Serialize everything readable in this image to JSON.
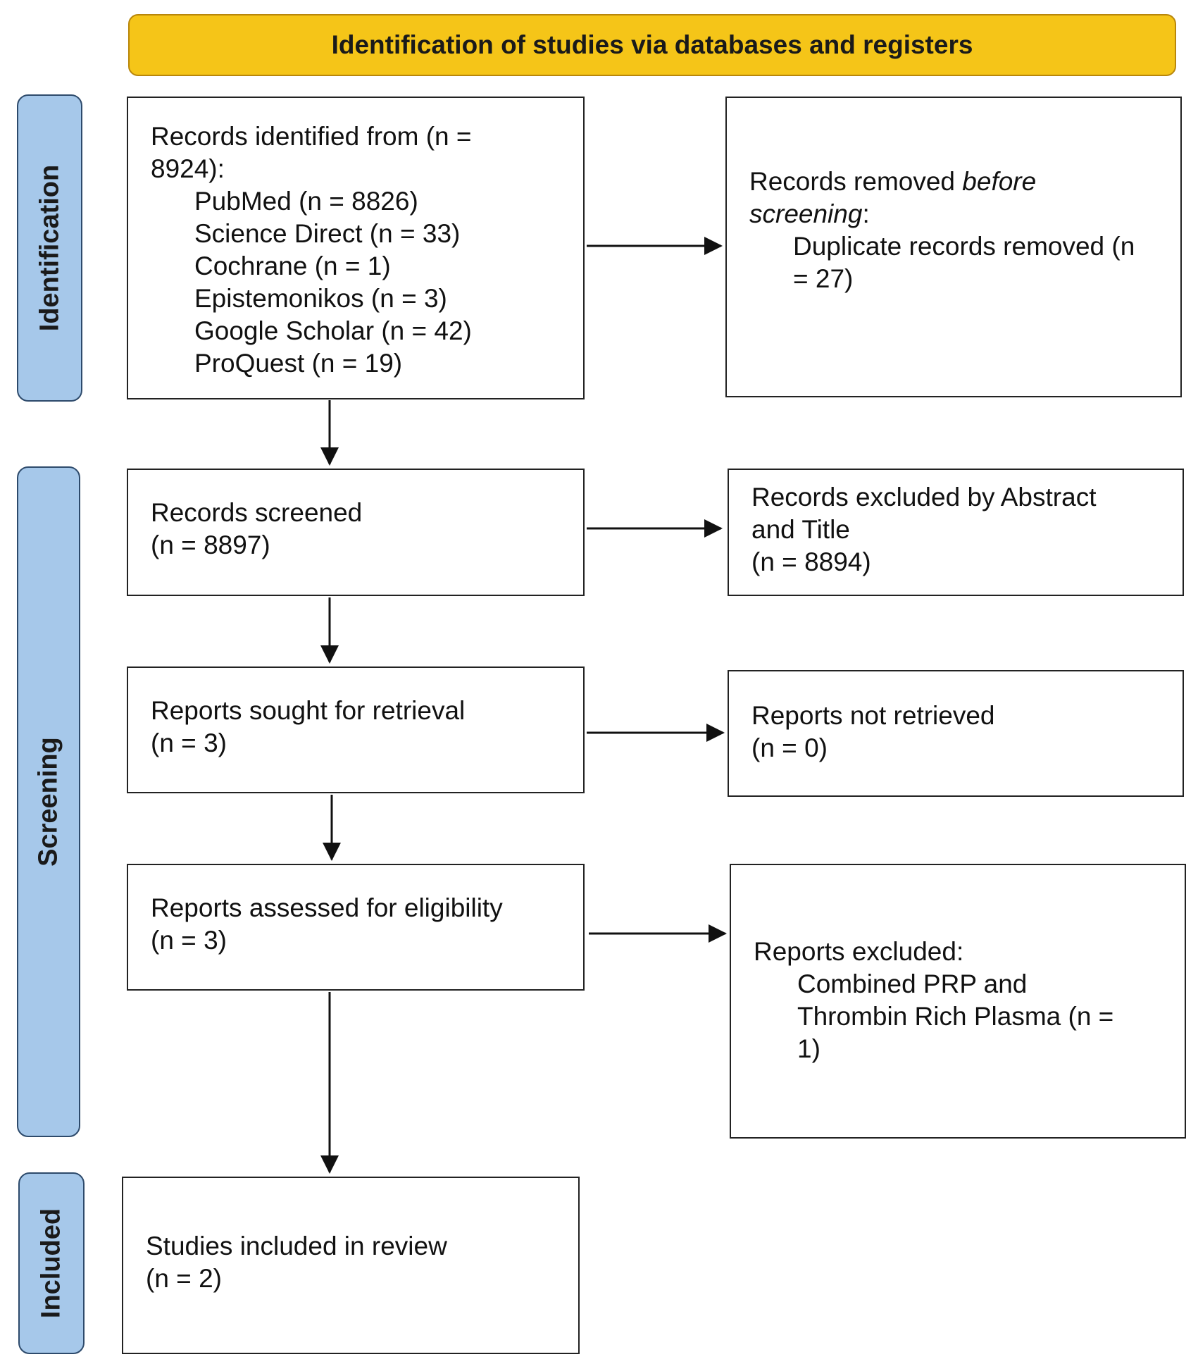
{
  "colors": {
    "header_fill": "#f5c518",
    "phase_fill": "#a6c8ea",
    "stroke": "#222222"
  },
  "header": {
    "title": "Identification of studies via databases and registers"
  },
  "phases": {
    "identification": "Identification",
    "screening": "Screening",
    "included": "Included"
  },
  "boxes": {
    "records_identified": {
      "lines": [
        "Records identified from (n =",
        "8924):"
      ],
      "sources": [
        "PubMed (n = 8826)",
        "Science Direct (n = 33)",
        "Cochrane (n = 1)",
        "Epistemonikos (n = 3)",
        "Google Scholar (n = 42)",
        "ProQuest (n = 19)"
      ]
    },
    "records_removed": {
      "line1": "Records removed ",
      "line1_italic": "before",
      "line2_italic": "screening",
      "line2_tail": ":",
      "detail": [
        "Duplicate records removed (n",
        "= 27)"
      ]
    },
    "records_screened": {
      "lines": [
        "Records screened",
        "(n = 8897)"
      ]
    },
    "records_excluded": {
      "lines": [
        "Records excluded by Abstract",
        "and Title",
        "(n = 8894)"
      ]
    },
    "reports_sought": {
      "lines": [
        "Reports sought for retrieval",
        "(n = 3)"
      ]
    },
    "reports_not_retrieved": {
      "lines": [
        "Reports not retrieved",
        "(n = 0)"
      ]
    },
    "reports_assessed": {
      "lines": [
        "Reports assessed for eligibility",
        "(n = 3)"
      ]
    },
    "reports_excluded": {
      "title": "Reports excluded:",
      "detail": [
        "Combined PRP and",
        "Thrombin Rich Plasma (n =",
        "1)"
      ]
    },
    "studies_included": {
      "lines": [
        "Studies included in review",
        "(n = 2)"
      ]
    }
  }
}
